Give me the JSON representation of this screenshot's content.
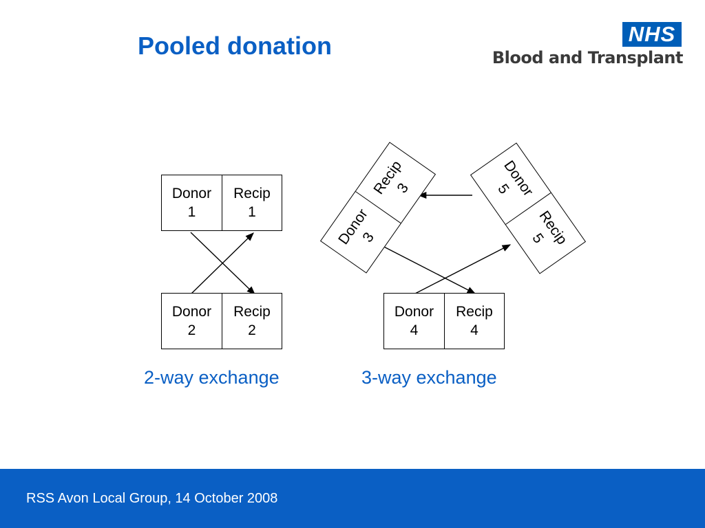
{
  "slide": {
    "title": "Pooled donation",
    "footer": "RSS Avon Local Group, 14 October 2008"
  },
  "logo": {
    "badge": "NHS",
    "organisation": "Blood and Transplant",
    "badge_color": "#005eb8"
  },
  "colors": {
    "accent": "#0a5fc4",
    "footer_bg": "#0a5fc4"
  },
  "exchange_2way": {
    "label": "2-way exchange",
    "pair1": {
      "donor": [
        "Donor",
        "1"
      ],
      "recip": [
        "Recip",
        "1"
      ]
    },
    "pair2": {
      "donor": [
        "Donor",
        "2"
      ],
      "recip": [
        "Recip",
        "2"
      ]
    }
  },
  "exchange_3way": {
    "label": "3-way exchange",
    "pair3": {
      "donor": [
        "Donor",
        "3"
      ],
      "recip": [
        "Recip",
        "3"
      ]
    },
    "pair4": {
      "donor": [
        "Donor",
        "4"
      ],
      "recip": [
        "Recip",
        "4"
      ]
    },
    "pair5": {
      "donor": [
        "Donor",
        "5"
      ],
      "recip": [
        "Recip",
        "5"
      ]
    }
  }
}
